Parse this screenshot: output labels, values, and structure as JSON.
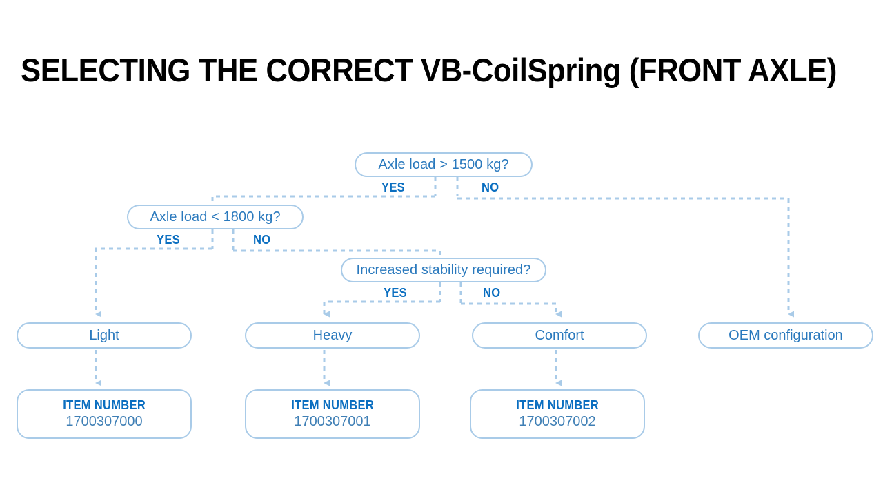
{
  "page": {
    "title": "SELECTING THE CORRECT VB-CoilSpring (FRONT AXLE)",
    "background_color": "#ffffff",
    "accent_color": "#0a6ec0",
    "node_border_color": "#a9cbe8",
    "node_text_color": "#2a79bd",
    "connector_color": "#a9cbe8"
  },
  "chart_data": {
    "type": "diagram",
    "title": "SELECTING THE CORRECT VB-CoilSpring (FRONT AXLE)",
    "nodes": [
      {
        "id": "q1",
        "kind": "decision",
        "label": "Axle load > 1500 kg?"
      },
      {
        "id": "q2",
        "kind": "decision",
        "label": "Axle load < 1800 kg?"
      },
      {
        "id": "q3",
        "kind": "decision",
        "label": "Increased stability required?"
      },
      {
        "id": "r1",
        "kind": "result",
        "label": "Light"
      },
      {
        "id": "r2",
        "kind": "result",
        "label": "Heavy"
      },
      {
        "id": "r3",
        "kind": "result",
        "label": "Comfort"
      },
      {
        "id": "r4",
        "kind": "result",
        "label": "OEM configuration"
      },
      {
        "id": "i1",
        "kind": "item",
        "label": "ITEM NUMBER",
        "value": "1700307000"
      },
      {
        "id": "i2",
        "kind": "item",
        "label": "ITEM NUMBER",
        "value": "1700307001"
      },
      {
        "id": "i3",
        "kind": "item",
        "label": "ITEM NUMBER",
        "value": "1700307002"
      }
    ],
    "edges": [
      {
        "from": "q1",
        "to": "q2",
        "label": "YES"
      },
      {
        "from": "q1",
        "to": "r4",
        "label": "NO"
      },
      {
        "from": "q2",
        "to": "r1",
        "label": "YES"
      },
      {
        "from": "q2",
        "to": "q3",
        "label": "NO"
      },
      {
        "from": "q3",
        "to": "r2",
        "label": "YES"
      },
      {
        "from": "q3",
        "to": "r3",
        "label": "NO"
      },
      {
        "from": "r1",
        "to": "i1",
        "label": ""
      },
      {
        "from": "r2",
        "to": "i2",
        "label": ""
      },
      {
        "from": "r3",
        "to": "i3",
        "label": ""
      }
    ]
  },
  "decisions": [
    {
      "question": "Axle load > 1500 kg?",
      "yes_label": "YES",
      "no_label": "NO"
    },
    {
      "question": "Axle load < 1800 kg?",
      "yes_label": "YES",
      "no_label": "NO"
    },
    {
      "question": "Increased stability required?",
      "yes_label": "YES",
      "no_label": "NO"
    }
  ],
  "results": [
    {
      "label": "Light"
    },
    {
      "label": "Heavy"
    },
    {
      "label": "Comfort"
    },
    {
      "label": "OEM configuration"
    }
  ],
  "items": [
    {
      "label": "ITEM NUMBER",
      "value": "1700307000"
    },
    {
      "label": "ITEM NUMBER",
      "value": "1700307001"
    },
    {
      "label": "ITEM NUMBER",
      "value": "1700307002"
    }
  ]
}
